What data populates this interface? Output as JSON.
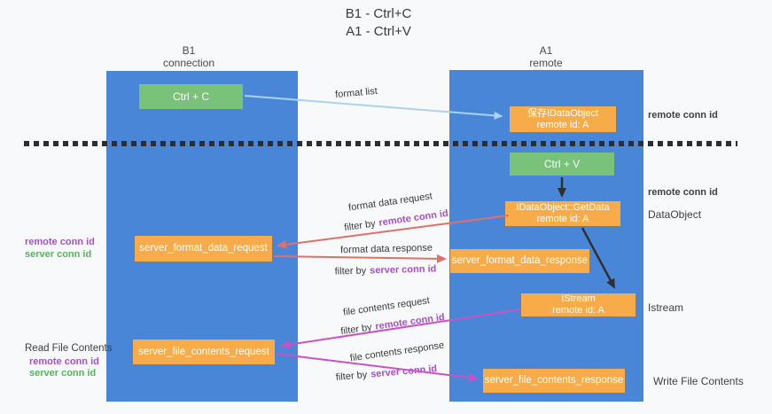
{
  "title": {
    "line1": "B1 - Ctrl+C",
    "line2": "A1 - Ctrl+V"
  },
  "columns": {
    "left": {
      "name": "B1",
      "subtitle": "connection"
    },
    "right": {
      "name": "A1",
      "subtitle": "remote"
    }
  },
  "boxes": {
    "ctrl_c": {
      "label": "Ctrl + C"
    },
    "save_idataobject": {
      "line1": "保存IDataObject",
      "line2": "remote id: A"
    },
    "ctrl_v": {
      "label": "Ctrl + V"
    },
    "getdata": {
      "line1": "IDataObject::GetData",
      "line2": "remote id: A"
    },
    "format_request": {
      "label": "server_format_data_request"
    },
    "format_response": {
      "label": "server_format_data_response"
    },
    "istream": {
      "line1": "IStream",
      "line2": "remote id: A"
    },
    "file_request": {
      "label": "server_file_contents_request"
    },
    "file_response": {
      "label": "server_file_contents_response"
    }
  },
  "flow_labels": {
    "format_list": "format list",
    "format_data_request": "format data request",
    "format_data_response": "format data response",
    "file_contents_request": "file contents request",
    "file_contents_response": "file contents response",
    "filter_by": "filter by"
  },
  "ids": {
    "remote_conn_id": "remote conn id",
    "server_conn_id": "server conn id"
  },
  "side_labels": {
    "read_file_contents": "Read File Contents",
    "write_file_contents": "Write File Contents",
    "dataobject": "DataObject",
    "istream": "Istream"
  },
  "colors": {
    "column_blue": "#4a86d8",
    "box_green": "#79c279",
    "box_orange": "#f8ac49",
    "arrow_red": "#e0706a",
    "arrow_magenta": "#c654c6",
    "arrow_light_blue": "#a9d2f0",
    "arrow_black": "#2f2f2f",
    "id_purple": "#a850cb",
    "id_green": "#56b45c"
  }
}
